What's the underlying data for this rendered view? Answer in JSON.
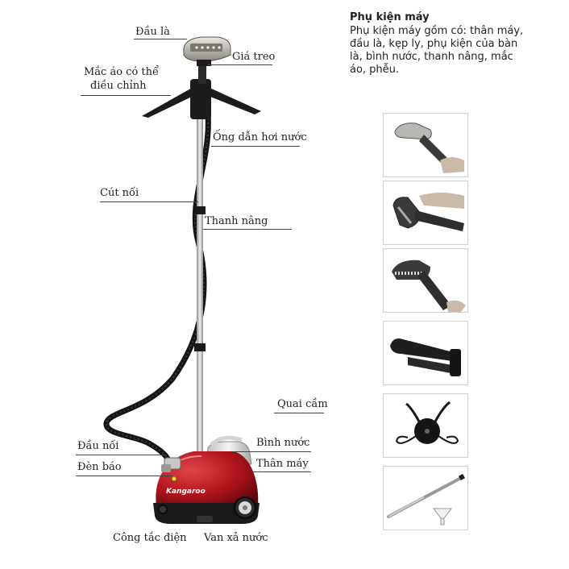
{
  "labels": {
    "dau_la": "Đầu là",
    "gia_treo": "Giá treo",
    "mac_ao_line1": "Mắc áo có thể",
    "mac_ao_line2": "điều chỉnh",
    "ong_dan": "Ống dẫn hơi nước",
    "cut_noi": "Cút nối",
    "thanh_nang": "Thanh nâng",
    "quai_cam": "Quai cầm",
    "dau_noi": "Đầu nối",
    "binh_nuoc": "Bình nước",
    "den_bao": "Đèn báo",
    "than_may": "Thân máy",
    "cong_tac": "Công tắc điện",
    "van_xa": "Van xả nước"
  },
  "brand": "Kangaroo",
  "accessories": {
    "title": "Phụ kiện máy",
    "description": "Phụ kiện máy gồm có: thân máy, đầu là, kẹp ly, phụ kiện của bàn là, bình nước, thanh nâng, mắc áo, phễu.",
    "items": [
      {
        "icon": "steam-head-hand-icon"
      },
      {
        "icon": "steam-head-angle-icon"
      },
      {
        "icon": "steam-head-brush-icon"
      },
      {
        "icon": "crease-clip-icon"
      },
      {
        "icon": "hanger-base-icon"
      },
      {
        "icon": "pole-and-funnel-icon"
      }
    ]
  },
  "colors": {
    "body_red": "#b3141c",
    "body_dark_red": "#6e0a0f",
    "base_black": "#1a1a1a",
    "pole_silver": "#c9c9c9",
    "hose_black": "#151515"
  }
}
